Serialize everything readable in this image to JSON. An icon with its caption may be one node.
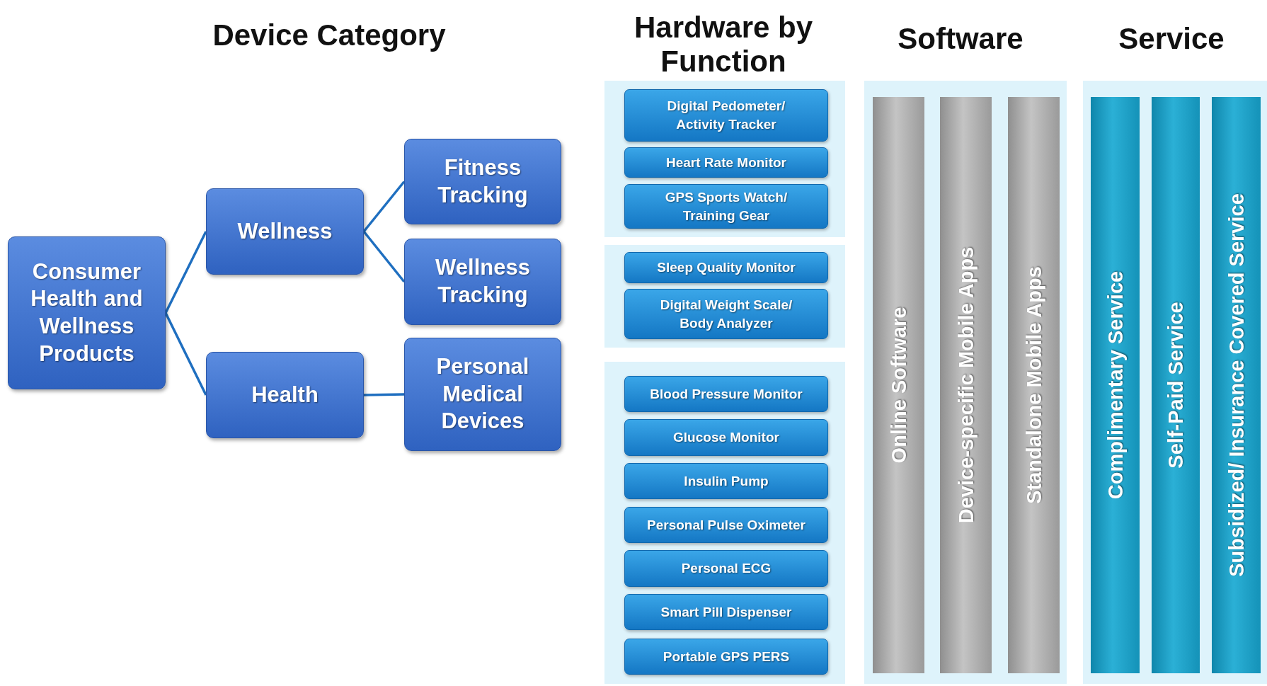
{
  "diagram": {
    "nodes": [
      {
        "text": [
          "Consumer Health and Wellness Products"
        ]
      },
      {
        "text": [
          "Wellness"
        ]
      },
      {
        "text": [
          "Health"
        ]
      },
      {
        "text": [
          "Fitness Tracking"
        ]
      },
      {
        "text": [
          "Wellness Tracking"
        ]
      },
      {
        "text": [
          "Personal Medical Devices"
        ]
      },
      {
        "text": [],
        "shape": "box"
      },
      {
        "text": [
          "Digital Pedometer/ Activity Tracker"
        ],
        "in": 6
      },
      {
        "text": [
          "Heart Rate Monitor"
        ],
        "in": 6
      },
      {
        "text": [
          "GPS Sports Watch/ Training Gear"
        ],
        "in": 6
      },
      {
        "text": [],
        "shape": "box"
      },
      {
        "text": [
          "Sleep Quality Monitor"
        ],
        "in": 10
      },
      {
        "text": [
          "Digital Weight Scale/ Body Analyzer"
        ],
        "in": 10
      },
      {
        "text": [],
        "shape": "box"
      },
      {
        "text": [
          "Blood Pressure Monitor"
        ],
        "in": 13
      },
      {
        "text": [
          "Glucose Monitor"
        ],
        "in": 13
      },
      {
        "text": [
          "Insulin Pump"
        ],
        "in": 13
      },
      {
        "text": [
          "Personal Pulse Oximeter"
        ],
        "in": 13
      },
      {
        "text": [
          "Personal ECG"
        ],
        "in": 13
      },
      {
        "text": [
          "Smart Pill Dispenser"
        ],
        "in": 13
      },
      {
        "text": [
          "Portable GPS PERS"
        ],
        "in": 13
      },
      {
        "text": [],
        "shape": "box"
      },
      {
        "text": [
          "Online Software"
        ],
        "in": 21
      },
      {
        "text": [
          "Device-specific Mobile Apps"
        ],
        "in": 21
      },
      {
        "text": [
          "Standalone Mobile Apps"
        ],
        "in": 21
      },
      {
        "text": [],
        "shape": "box"
      },
      {
        "text": [
          "Complimentary Service"
        ],
        "in": 25
      },
      {
        "text": [
          "Self-Paid Service"
        ],
        "in": 25
      },
      {
        "text": [
          "Subsidized/ Insurance Covered Service"
        ],
        "in": 25
      }
    ],
    "edges": [
      {
        "from": 0,
        "to": 1,
        "arrow": "none"
      },
      {
        "from": 0,
        "to": 2,
        "arrow": "none"
      },
      {
        "from": 1,
        "to": 3,
        "arrow": "none"
      },
      {
        "from": 1,
        "to": 4,
        "arrow": "none"
      },
      {
        "from": 2,
        "to": 5,
        "arrow": "none"
      }
    ],
    "labels": [
      "Device Category",
      "Hardware by Function",
      "Software",
      "Service"
    ]
  }
}
